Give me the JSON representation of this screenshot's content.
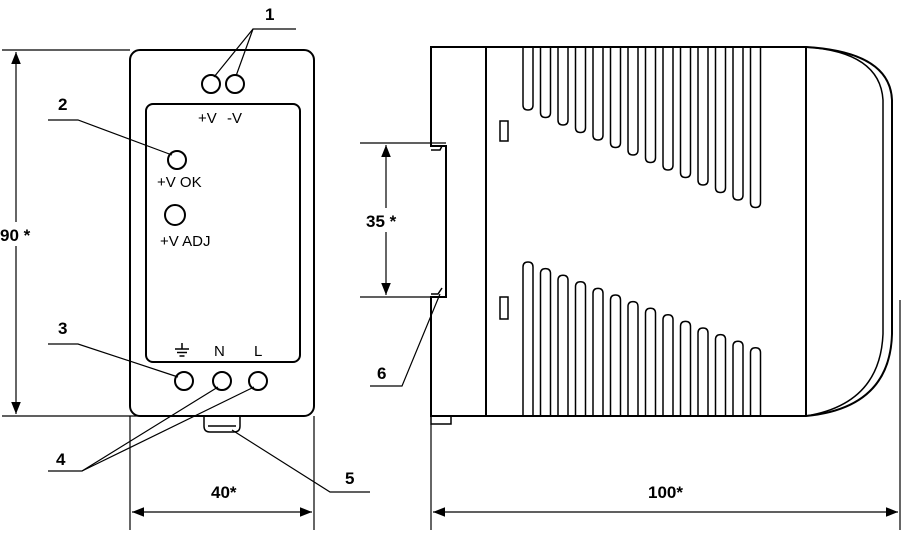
{
  "front_view": {
    "terminal_labels": {
      "plus_v": "+V",
      "minus_v": "-V"
    },
    "indicator_label": "+V OK",
    "adjust_label": "+V ADJ",
    "input_labels": {
      "earth_symbol": "earth-ground-icon",
      "neutral": "N",
      "line": "L"
    },
    "dimensions": {
      "height": "90 *",
      "width": "40*"
    }
  },
  "side_view": {
    "dimensions": {
      "rail": "35 *",
      "depth": "100*"
    }
  },
  "callouts": [
    "1",
    "2",
    "3",
    "4",
    "5",
    "6"
  ]
}
